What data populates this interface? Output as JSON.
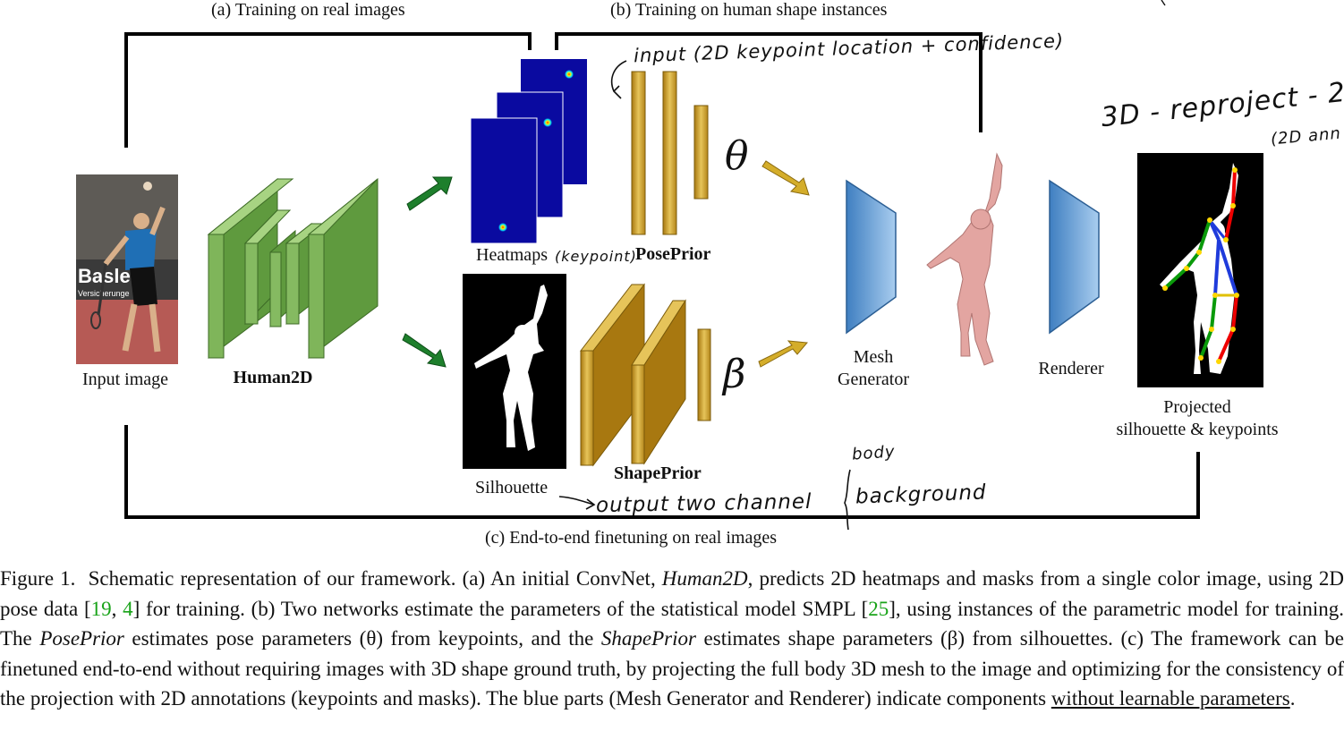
{
  "figure": {
    "section_labels": {
      "a": "(a) Training on real images",
      "b": "(b) Training on human shape instances",
      "c": "(c) End-to-end finetuning on real images"
    },
    "blocks": {
      "input_image": "Input image",
      "human2d": "Human2D",
      "heatmaps": "Heatmaps",
      "posepriors": "PosePrior",
      "silhouette": "Silhouette",
      "shapeprior": "ShapePrior",
      "mesh_generator_1": "Mesh",
      "mesh_generator_2": "Generator",
      "renderer": "Renderer",
      "projected_1": "Projected",
      "projected_2": "silhouette & keypoints",
      "theta": "θ",
      "beta": "β"
    },
    "handwriting": {
      "input_note": "input (2D keypoint location + confidence)",
      "reproject_note": "3D - reproject - 2",
      "reproject_sub": "(2D ann",
      "keypoint_note": "(keypoint)",
      "output_note": "output two channel",
      "body": "body",
      "background": "background"
    },
    "colors": {
      "network_green": "#6fa84a",
      "prior_gold": "#c9981f",
      "generator_blue": "#5b9bd5",
      "heatmap_blue": "#0a0aa0",
      "arrow_green": "#1e7f2c",
      "arrow_gold": "#d4ad2a"
    }
  },
  "caption": {
    "figure_label": "Figure 1.",
    "s1": "Schematic representation of our framework. (a) An initial ConvNet,",
    "human2d": "Human2D",
    "s2": ", predicts 2D heatmaps and masks from a single color image, using 2D pose data [",
    "cite1": "19",
    "sep": ", ",
    "cite2": "4",
    "s3": "] for training. (b) Two networks estimate the parameters of the statistical model SMPL [",
    "cite3": "25",
    "s4": "], using instances of the parametric model for training. The",
    "poseprior": "PosePrior",
    "s5": "estimates pose parameters (θ) from keypoints, and the",
    "shapeprior": "ShapePrior",
    "s6": "estimates shape parameters (β) from silhouettes. (c) The framework can be finetuned end-to-end without requiring images with 3D shape ground truth, by projecting the full body 3D mesh to the image and optimizing for the consistency of the projection with 2D annotations (keypoints and masks). The blue parts (Mesh Generator and Renderer) indicate components",
    "underlined": "without learnable parameters",
    "end": "."
  }
}
